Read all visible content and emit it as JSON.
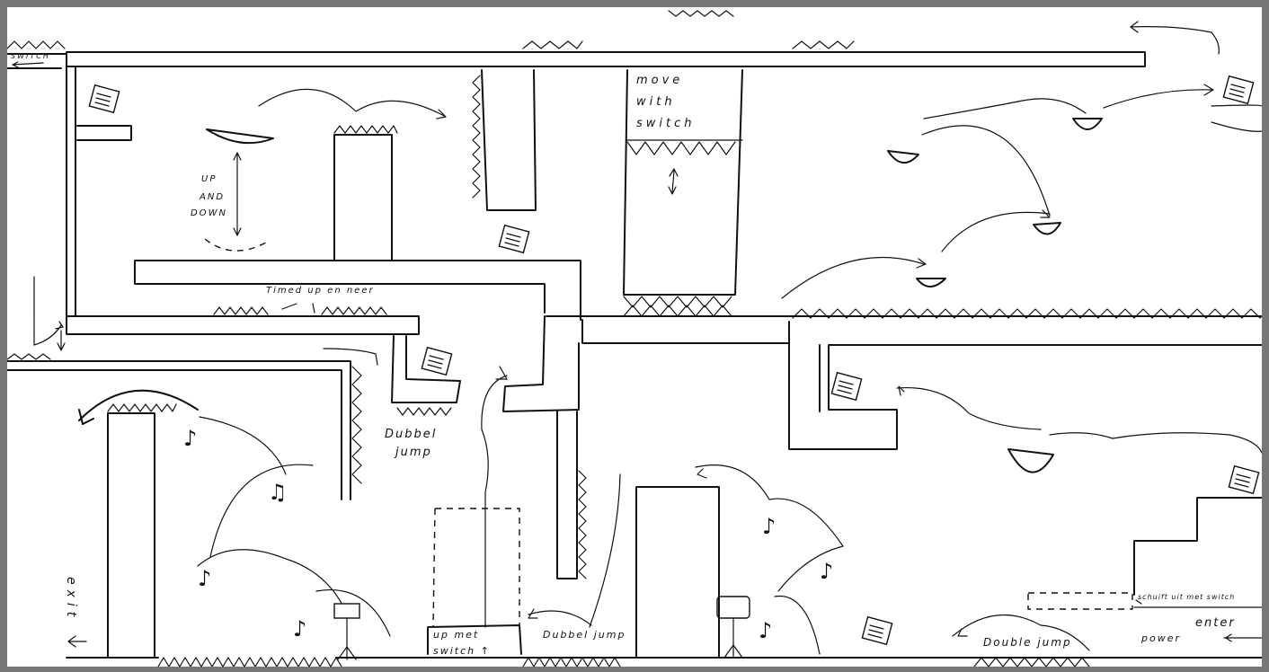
{
  "labels": {
    "switch_top_left": "SWITCH",
    "up_and_down": [
      "UP",
      "AND",
      "DOWN"
    ],
    "timed": "Timed up en neer",
    "move_with_switch": [
      "move",
      "with",
      "switch"
    ],
    "dubbel_jump_left": [
      "Dubbel",
      "jump"
    ],
    "exit": "exit",
    "up_met_switch": [
      "up met",
      "switch ↑"
    ],
    "dubbel_jump_mid": "Dubbel jump",
    "double_jump": "Double jump",
    "schuift": "schuift uit met switch",
    "enter": "enter",
    "power": "power"
  },
  "icons": [
    "sheet-music-icon",
    "music-note-icon",
    "music-stand-icon",
    "arrow-icon",
    "spike-hazard"
  ],
  "colors": {
    "ink": "#111111",
    "paper": "#ffffff",
    "frame": "#777777"
  }
}
